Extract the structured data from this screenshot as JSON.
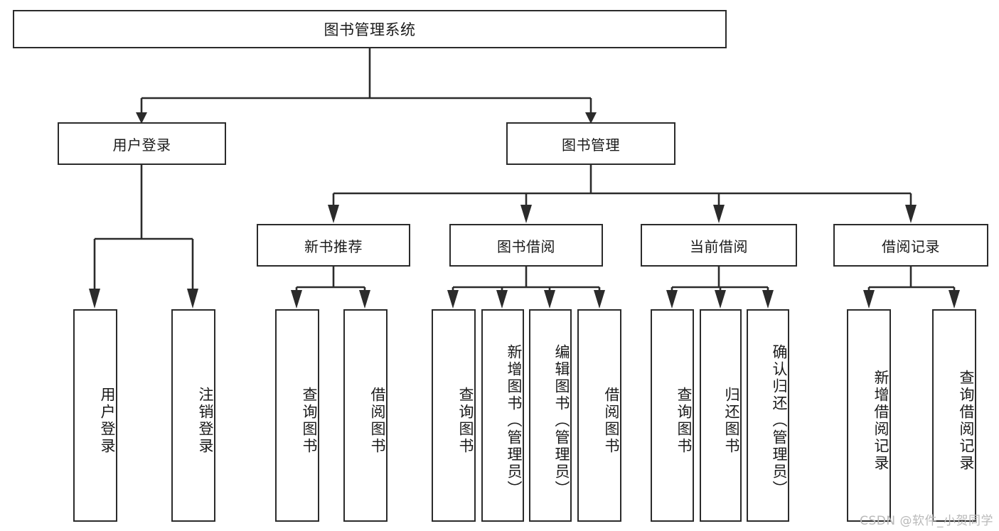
{
  "diagram": {
    "type": "tree",
    "title": "图书管理系统",
    "root": {
      "label": "图书管理系统"
    },
    "level1": [
      {
        "label": "用户登录"
      },
      {
        "label": "图书管理"
      }
    ],
    "level2": [
      {
        "label": "新书推荐"
      },
      {
        "label": "图书借阅"
      },
      {
        "label": "当前借阅"
      },
      {
        "label": "借阅记录"
      }
    ],
    "leaves": [
      {
        "label": "用户登录",
        "parent": "用户登录"
      },
      {
        "label": "注销登录",
        "parent": "用户登录"
      },
      {
        "label": "查询图书",
        "parent": "新书推荐"
      },
      {
        "label": "借阅图书",
        "parent": "新书推荐"
      },
      {
        "label": "查询图书",
        "parent": "图书借阅"
      },
      {
        "label": "新增图书（管理员）",
        "parent": "图书借阅"
      },
      {
        "label": "编辑图书（管理员）",
        "parent": "图书借阅"
      },
      {
        "label": "借阅图书",
        "parent": "图书借阅"
      },
      {
        "label": "查询图书",
        "parent": "当前借阅"
      },
      {
        "label": "归还图书",
        "parent": "当前借阅"
      },
      {
        "label": "确认归还（管理员）",
        "parent": "当前借阅"
      },
      {
        "label": "新增借阅记录",
        "parent": "借阅记录"
      },
      {
        "label": "查询借阅记录",
        "parent": "借阅记录"
      }
    ]
  },
  "watermark": {
    "text": "CSDN @软件_小贺同学"
  },
  "colors": {
    "stroke": "#2b2b2b",
    "fill": "#ffffff",
    "text": "#1a1a1a",
    "watermark": "#b9b9b9"
  }
}
